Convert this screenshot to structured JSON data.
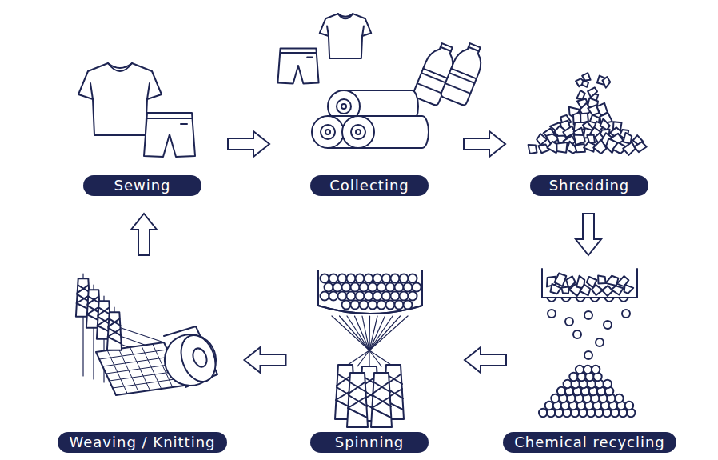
{
  "diagram": {
    "nodes": [
      {
        "text": [
          "Sewing"
        ]
      },
      {
        "text": [
          "Collecting"
        ]
      },
      {
        "text": [
          "Shredding"
        ]
      },
      {
        "text": [
          "Chemical recycling"
        ]
      },
      {
        "text": [
          "Spinning"
        ]
      },
      {
        "text": [
          "Weaving / Knitting"
        ]
      }
    ],
    "edges": [
      {
        "from": 0,
        "to": 1,
        "arrow": "to"
      },
      {
        "from": 1,
        "to": 2,
        "arrow": "to"
      },
      {
        "from": 2,
        "to": 3,
        "arrow": "to"
      },
      {
        "from": 3,
        "to": 4,
        "arrow": "to"
      },
      {
        "from": 4,
        "to": 5,
        "arrow": "to"
      },
      {
        "from": 5,
        "to": 0,
        "arrow": "to"
      }
    ]
  }
}
